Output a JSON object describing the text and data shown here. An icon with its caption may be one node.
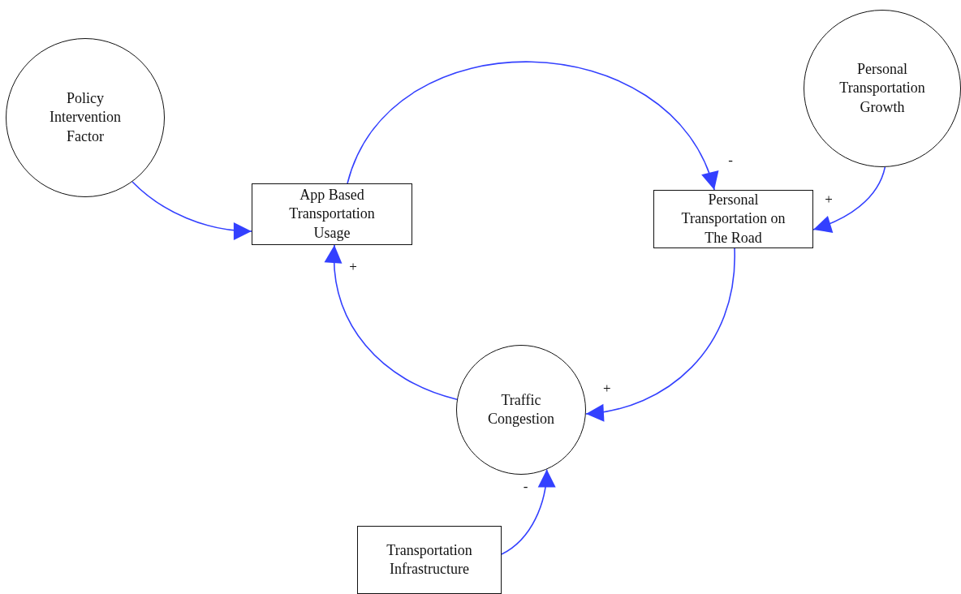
{
  "diagram": {
    "nodes": [
      {
        "text": [
          "Policy Intervention Factor"
        ]
      },
      {
        "text": [
          "App Based Transportation Usage"
        ]
      },
      {
        "text": [
          "Personal Transportation Growth"
        ]
      },
      {
        "text": [
          "Personal Transportation on The Road"
        ]
      },
      {
        "text": [
          "Traffic Congestion"
        ]
      },
      {
        "text": [
          "Transportation Infrastructure"
        ]
      }
    ],
    "edges": [
      {
        "from": 0,
        "to": 1,
        "arrow": "to"
      },
      {
        "from": 1,
        "to": 3,
        "arrow": "to",
        "label": "-"
      },
      {
        "from": 2,
        "to": 3,
        "arrow": "to",
        "label": "+"
      },
      {
        "from": 3,
        "to": 4,
        "arrow": "to",
        "label": "+"
      },
      {
        "from": 4,
        "to": 1,
        "arrow": "to",
        "label": "+"
      },
      {
        "from": 5,
        "to": 4,
        "arrow": "to",
        "label": "-"
      }
    ]
  }
}
